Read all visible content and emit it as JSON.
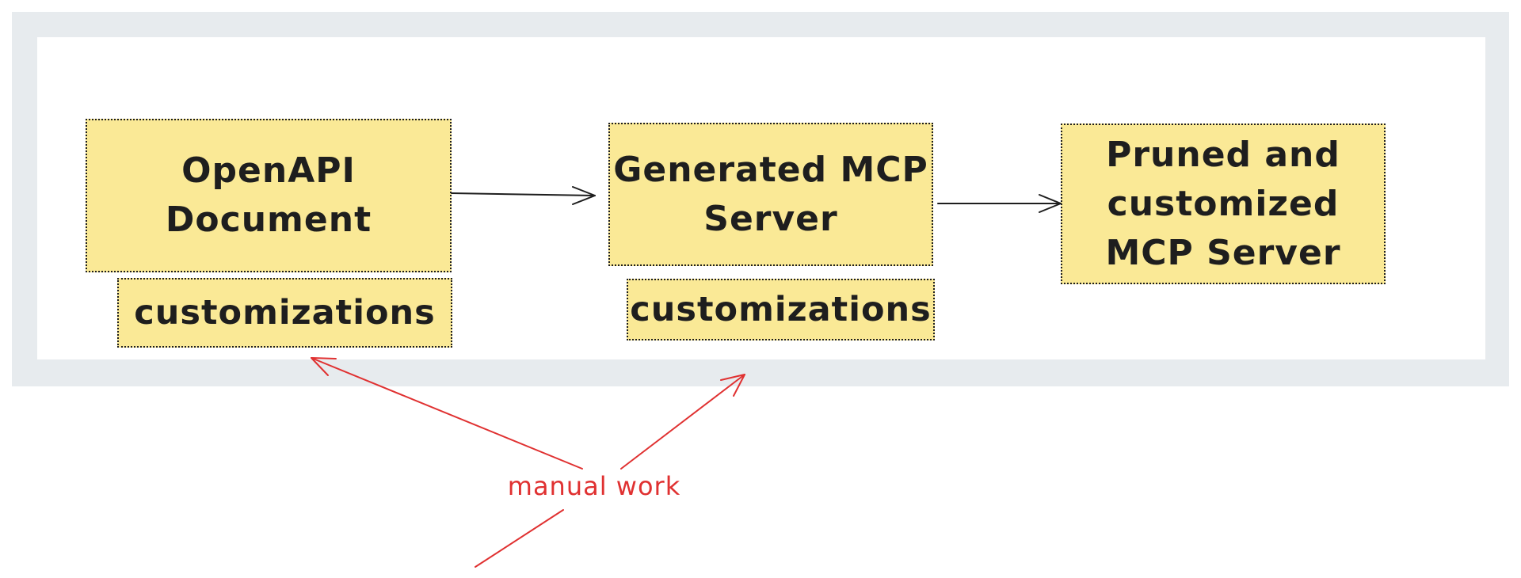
{
  "diagram": {
    "nodes": {
      "openapi_document": "OpenAPI Document",
      "openapi_customizations": "customizations",
      "generated_server": "Generated MCP Server",
      "generated_customizations": "customizations",
      "pruned_server": "Pruned and customized MCP Server"
    },
    "annotation": "manual work",
    "colors": {
      "box_fill": "#fae996",
      "frame": "#e7ebee",
      "stroke": "#1e1e1e",
      "annotation": "#e03131"
    }
  }
}
